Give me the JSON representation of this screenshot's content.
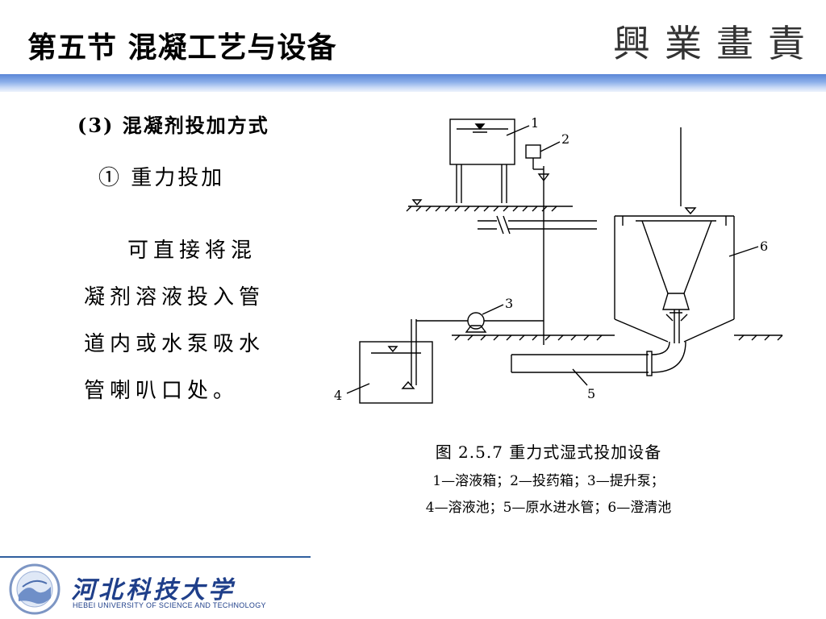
{
  "header": {
    "title": "第五节  混凝工艺与设备",
    "motto": [
      "興",
      "業",
      "畫",
      "責"
    ]
  },
  "content": {
    "section_heading": "(3)  混凝剂投加方式",
    "sub_heading": "①  重力投加",
    "body_lines": [
      "可直接将混",
      "凝剂溶液投入管",
      "道内或水泵吸水",
      "管喇叭口处。"
    ]
  },
  "diagram": {
    "labels": [
      "1",
      "2",
      "3",
      "4",
      "5",
      "6"
    ]
  },
  "caption": {
    "title": "图 2.5.7    重力式湿式投加设备",
    "line1": "1—溶液箱；2—投药箱；3—提升泵；",
    "line2": "4—溶液池；5—原水进水管；6—澄清池"
  },
  "footer": {
    "university_cn": "河北科技大学",
    "university_en": "HEBEI UNIVERSITY OF SCIENCE AND TECHNOLOGY"
  }
}
